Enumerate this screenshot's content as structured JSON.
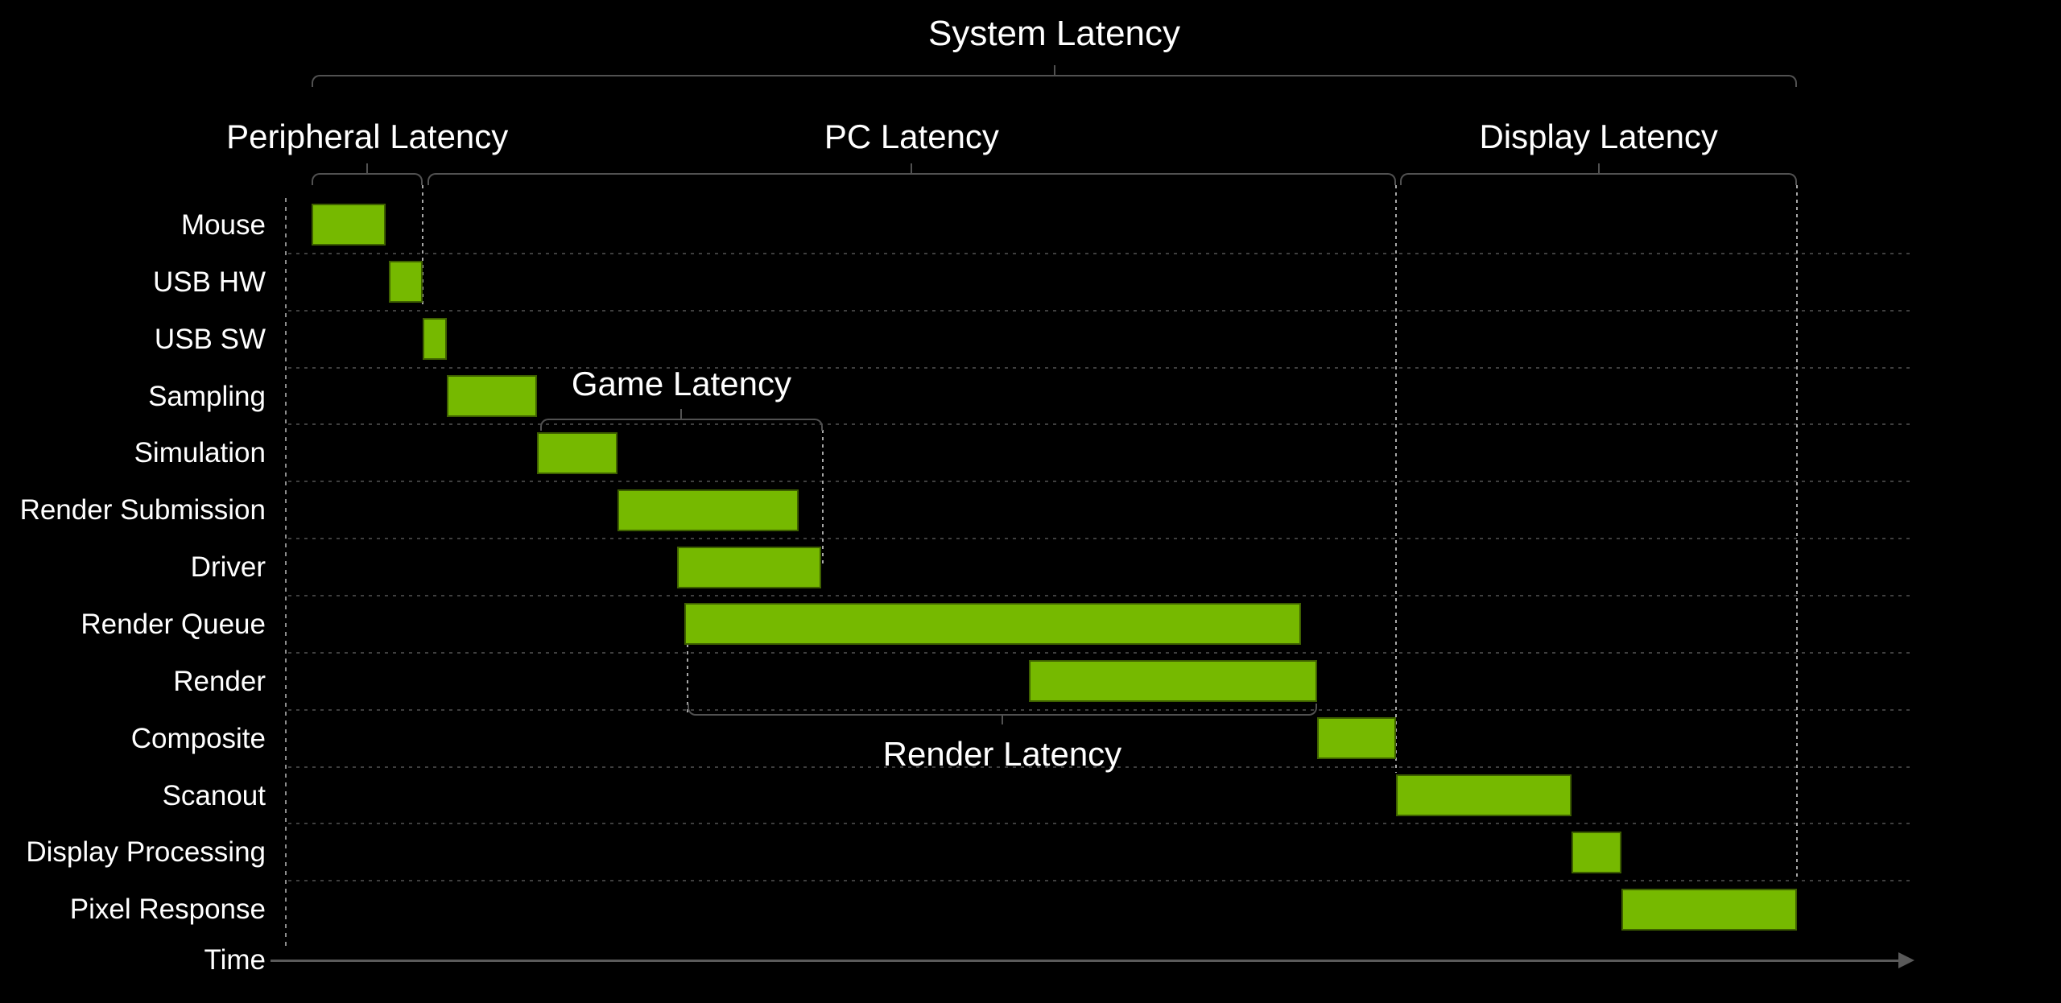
{
  "chart_data": {
    "type": "gantt",
    "title": "System Latency",
    "xlabel": "Time",
    "x_axis": {
      "label": "Time",
      "tick_labels": "none",
      "range_units": [
        0,
        100
      ],
      "arrow": "right"
    },
    "y_axis": {
      "style": "dashed",
      "tick_labels": "row names"
    },
    "grid": "dashed horizontal row separators",
    "legend": "none",
    "rows": [
      {
        "label": "Mouse",
        "start": 0.0,
        "end": 5.0
      },
      {
        "label": "USB HW",
        "start": 5.2,
        "end": 7.5
      },
      {
        "label": "USB SW",
        "start": 7.5,
        "end": 9.1
      },
      {
        "label": "Sampling",
        "start": 9.1,
        "end": 15.2
      },
      {
        "label": "Simulation",
        "start": 15.2,
        "end": 20.6
      },
      {
        "label": "Render Submission",
        "start": 20.6,
        "end": 32.8
      },
      {
        "label": "Driver",
        "start": 24.6,
        "end": 34.3
      },
      {
        "label": "Render Queue",
        "start": 25.1,
        "end": 66.6
      },
      {
        "label": "Render",
        "start": 48.3,
        "end": 67.7
      },
      {
        "label": "Composite",
        "start": 67.7,
        "end": 73.0
      },
      {
        "label": "Scanout",
        "start": 73.0,
        "end": 84.8
      },
      {
        "label": "Display Processing",
        "start": 84.8,
        "end": 88.2
      },
      {
        "label": "Pixel Response",
        "start": 88.2,
        "end": 100.0
      }
    ],
    "brackets": [
      {
        "label": "System Latency",
        "start": 0.0,
        "end": 100.0,
        "level": "top",
        "covers": "entire pipeline"
      },
      {
        "label": "Peripheral Latency",
        "start": 0.0,
        "end": 7.5,
        "level": "mid",
        "covers": "Mouse, USB HW"
      },
      {
        "label": "PC Latency",
        "start": 7.8,
        "end": 73.0,
        "level": "mid",
        "covers": "USB SW through Composite"
      },
      {
        "label": "Display Latency",
        "start": 73.3,
        "end": 100.0,
        "level": "mid",
        "covers": "Scanout through Pixel Response"
      },
      {
        "label": "Game Latency",
        "start": 15.4,
        "end": 34.4,
        "level": "inline_above",
        "row": 4,
        "covers": "Simulation, Render Submission, Driver"
      },
      {
        "label": "Render Latency",
        "start": 25.3,
        "end": 67.7,
        "level": "inline_below",
        "row": 8,
        "covers": "Render Queue, Render"
      }
    ],
    "guides": [
      {
        "x": 7.5,
        "row_from": -0.2,
        "row_to": 1.95
      },
      {
        "x": 73.0,
        "row_from": -0.2,
        "row_to": 10.1
      },
      {
        "x": 100.0,
        "row_from": -0.2,
        "row_to": 12.0
      },
      {
        "x": 34.4,
        "row_from": 4.1,
        "row_to": 6.5
      },
      {
        "x": 25.3,
        "row_from": 7.85,
        "row_to": 9.05
      }
    ],
    "colors": {
      "background": "#000000",
      "bar_fill": "#76b900",
      "bar_border": "#3e6000",
      "bracket_line": "#515151",
      "axis_line": "#5a5a5a",
      "guide_dotted": "#a8a8a8",
      "left_axis_dotted": "#8d8d8d",
      "separator_dashed": "#3f3f3f",
      "text": "#ffffff"
    }
  }
}
